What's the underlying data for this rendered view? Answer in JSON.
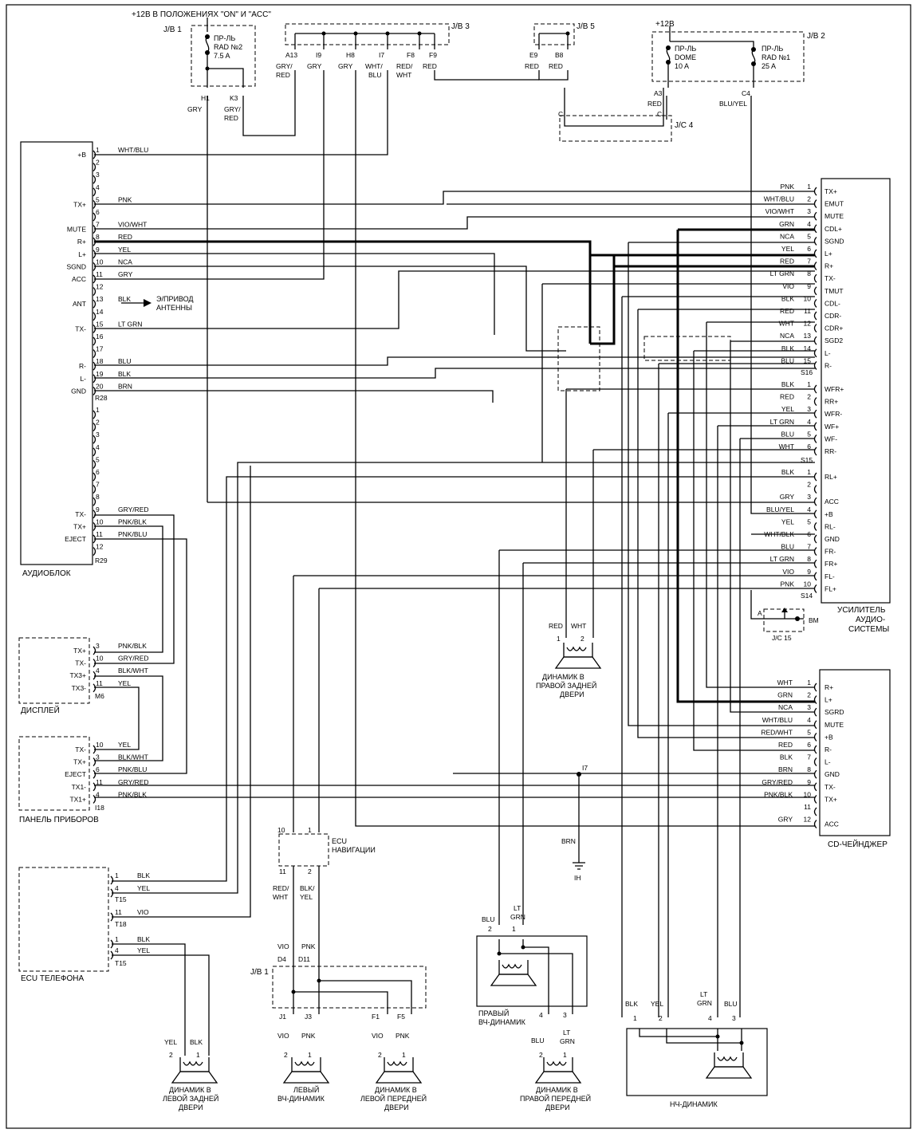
{
  "supply": {
    "ign_label": "+12В В ПОЛОЖЕНИЯХ \"ON\" И \"ACC\"",
    "batt_label": "+12В"
  },
  "junctions": {
    "jb1": "J/B 1",
    "jb3": "J/B 3",
    "jb5": "J/B 5",
    "jb2": "J/B 2",
    "jc4": "J/C 4",
    "jc15": "J/C 15",
    "jb1_low": "J/B 1"
  },
  "fuses": {
    "rad2": [
      "ПР-ЛЬ",
      "RAD №2",
      "7.5 A"
    ],
    "dome": [
      "ПР-ЛЬ",
      "DOME",
      "10 A"
    ],
    "rad1": [
      "ПР-ЛЬ",
      "RAD №1",
      "25 A"
    ]
  },
  "top_pins": {
    "h1": "H1",
    "k3": "K3",
    "gry": "GRY",
    "gryred": [
      "GRY/",
      "RED"
    ],
    "a13": "A13",
    "i9": "I9",
    "h8": "H8",
    "i7": "I7",
    "f8": "F8",
    "f9": "F9",
    "a13_c": [
      "GRY/",
      "RED"
    ],
    "i9_c": "GRY",
    "h8_c": "GRY",
    "i7_c": [
      "WHT/",
      "BLU"
    ],
    "f8_c": [
      "RED/",
      "WHT"
    ],
    "f9_c": "RED",
    "e9": "E9",
    "b8": "B8",
    "e9_c": "RED",
    "b8_c": "RED",
    "a3": "A3",
    "c4": "C4",
    "a3_c": "RED",
    "c4_c": "BLU/YEL",
    "c": "C"
  },
  "audio_unit": {
    "name": "АУДИОБЛОК",
    "r28": "R28",
    "r29": "R29",
    "r28_rows": [
      {
        "n": "1",
        "l": "+B",
        "c": "WHT/BLU"
      },
      {
        "n": "2",
        "l": "",
        "c": ""
      },
      {
        "n": "3",
        "l": "",
        "c": ""
      },
      {
        "n": "4",
        "l": "",
        "c": ""
      },
      {
        "n": "5",
        "l": "TX+",
        "c": "PNK"
      },
      {
        "n": "6",
        "l": "",
        "c": ""
      },
      {
        "n": "7",
        "l": "MUTE",
        "c": "VIO/WHT"
      },
      {
        "n": "8",
        "l": "R+",
        "c": "RED"
      },
      {
        "n": "9",
        "l": "L+",
        "c": "YEL"
      },
      {
        "n": "10",
        "l": "SGND",
        "c": "NCA"
      },
      {
        "n": "11",
        "l": "ACC",
        "c": "GRY"
      },
      {
        "n": "12",
        "l": "",
        "c": ""
      },
      {
        "n": "13",
        "l": "ANT",
        "c": "BLK"
      },
      {
        "n": "14",
        "l": "",
        "c": ""
      },
      {
        "n": "15",
        "l": "TX-",
        "c": "LT GRN"
      },
      {
        "n": "16",
        "l": "",
        "c": ""
      },
      {
        "n": "17",
        "l": "",
        "c": ""
      },
      {
        "n": "18",
        "l": "R-",
        "c": "BLU"
      },
      {
        "n": "19",
        "l": "L-",
        "c": "BLK"
      },
      {
        "n": "20",
        "l": "GND",
        "c": "BRN"
      }
    ],
    "r29_rows": [
      {
        "n": "1",
        "l": "",
        "c": ""
      },
      {
        "n": "2",
        "l": "",
        "c": ""
      },
      {
        "n": "3",
        "l": "",
        "c": ""
      },
      {
        "n": "4",
        "l": "",
        "c": ""
      },
      {
        "n": "5",
        "l": "",
        "c": ""
      },
      {
        "n": "6",
        "l": "",
        "c": ""
      },
      {
        "n": "7",
        "l": "",
        "c": ""
      },
      {
        "n": "8",
        "l": "",
        "c": ""
      },
      {
        "n": "9",
        "l": "TX-",
        "c": "GRY/RED"
      },
      {
        "n": "10",
        "l": "TX+",
        "c": "PNK/BLK"
      },
      {
        "n": "11",
        "l": "EJECT",
        "c": "PNK/BLU"
      },
      {
        "n": "12",
        "l": "",
        "c": ""
      }
    ],
    "antenna": [
      "Э/ПРИВОД",
      "АНТЕННЫ"
    ]
  },
  "display": {
    "name": "ДИСПЛЕЙ",
    "conn": "M6",
    "rows": [
      {
        "n": "3",
        "l": "TX+",
        "c": "PNK/BLK"
      },
      {
        "n": "10",
        "l": "TX-",
        "c": "GRY/RED"
      },
      {
        "n": "4",
        "l": "TX3+",
        "c": "BLK/WHT"
      },
      {
        "n": "11",
        "l": "TX3-",
        "c": "YEL"
      }
    ]
  },
  "panel": {
    "name": "ПАНЕЛЬ ПРИБОРОВ",
    "conn": "I18",
    "rows": [
      {
        "n": "10",
        "l": "TX-",
        "c": "YEL"
      },
      {
        "n": "3",
        "l": "TX+",
        "c": "BLK/WHT"
      },
      {
        "n": "6",
        "l": "EJECT",
        "c": "PNK/BLU"
      },
      {
        "n": "11",
        "l": "TX1-",
        "c": "GRY/RED"
      },
      {
        "n": "4",
        "l": "TX1+",
        "c": "PNK/BLK"
      }
    ]
  },
  "phone_ecu": {
    "name": "ECU ТЕЛЕФОНА",
    "t15a": "T15",
    "t18": "T18",
    "t15b": "T15",
    "rows": [
      {
        "n": "1",
        "c": "BLK"
      },
      {
        "n": "4",
        "c": "YEL"
      },
      {
        "n": "11",
        "c": "VIO"
      },
      {
        "n": "1",
        "c": "BLK"
      },
      {
        "n": "4",
        "c": "YEL"
      }
    ]
  },
  "amplifier": {
    "name": [
      "УСИЛИТЕЛЬ",
      "АУДИО-",
      "СИСТЕМЫ"
    ],
    "s16": "S16",
    "s15": "S15",
    "s14": "S14",
    "s16_rows": [
      {
        "n": "1",
        "c": "PNK",
        "l": "TX+"
      },
      {
        "n": "2",
        "c": "WHT/BLU",
        "l": "EMUT"
      },
      {
        "n": "3",
        "c": "VIO/WHT",
        "l": "MUTE"
      },
      {
        "n": "4",
        "c": "GRN",
        "l": "CDL+"
      },
      {
        "n": "5",
        "c": "NCA",
        "l": "SGND"
      },
      {
        "n": "6",
        "c": "YEL",
        "l": "L+"
      },
      {
        "n": "7",
        "c": "RED",
        "l": "R+"
      },
      {
        "n": "8",
        "c": "LT GRN",
        "l": "TX-"
      },
      {
        "n": "9",
        "c": "VIO",
        "l": "TMUT"
      },
      {
        "n": "10",
        "c": "BLK",
        "l": "CDL-"
      },
      {
        "n": "11",
        "c": "RED",
        "l": "CDR-"
      },
      {
        "n": "12",
        "c": "WHT",
        "l": "CDR+"
      },
      {
        "n": "13",
        "c": "NCA",
        "l": "SGD2"
      },
      {
        "n": "14",
        "c": "BLK",
        "l": "L-"
      },
      {
        "n": "15",
        "c": "BLU",
        "l": "R-"
      }
    ],
    "s15_rows": [
      {
        "n": "1",
        "c": "BLK",
        "l": "WFR+"
      },
      {
        "n": "2",
        "c": "RED",
        "l": "RR+"
      },
      {
        "n": "3",
        "c": "YEL",
        "l": "WFR-"
      },
      {
        "n": "4",
        "c": "LT GRN",
        "l": "WF+"
      },
      {
        "n": "5",
        "c": "BLU",
        "l": "WF-"
      },
      {
        "n": "6",
        "c": "WHT",
        "l": "RR-"
      }
    ],
    "s14_rows": [
      {
        "n": "1",
        "c": "BLK",
        "l": "RL+"
      },
      {
        "n": "2",
        "c": "",
        "l": ""
      },
      {
        "n": "3",
        "c": "GRY",
        "l": "ACC"
      },
      {
        "n": "4",
        "c": "BLU/YEL",
        "l": "+B"
      },
      {
        "n": "5",
        "c": "YEL",
        "l": "RL-"
      },
      {
        "n": "6",
        "c": "WHT/BLK",
        "l": "GND"
      },
      {
        "n": "7",
        "c": "BLU",
        "l": "FR-"
      },
      {
        "n": "8",
        "c": "LT GRN",
        "l": "FR+"
      },
      {
        "n": "9",
        "c": "VIO",
        "l": "FL-"
      },
      {
        "n": "10",
        "c": "PNK",
        "l": "FL+"
      }
    ],
    "jc15_a": "A",
    "bm": "BM"
  },
  "cd_changer": {
    "name": "CD-ЧЕЙНДЖЕР",
    "rows": [
      {
        "n": "1",
        "c": "WHT",
        "l": "R+"
      },
      {
        "n": "2",
        "c": "GRN",
        "l": "L+"
      },
      {
        "n": "3",
        "c": "NCA",
        "l": "SGRD"
      },
      {
        "n": "4",
        "c": "WHT/BLU",
        "l": "MUTE"
      },
      {
        "n": "5",
        "c": "RED/WHT",
        "l": "+B"
      },
      {
        "n": "6",
        "c": "RED",
        "l": "R-"
      },
      {
        "n": "7",
        "c": "BLK",
        "l": "L-"
      },
      {
        "n": "8",
        "c": "BRN",
        "l": "GND"
      },
      {
        "n": "9",
        "c": "GRY/RED",
        "l": "TX-"
      },
      {
        "n": "10",
        "c": "PNK/BLK",
        "l": "TX+"
      },
      {
        "n": "11",
        "c": "",
        "l": ""
      },
      {
        "n": "12",
        "c": "GRY",
        "l": "ACC"
      }
    ],
    "i7": "I7",
    "brn": "BRN",
    "ih": "IH"
  },
  "nav_ecu": {
    "name": [
      "ECU",
      "НАВИГАЦИИ"
    ],
    "p10": "10",
    "p1": "1",
    "p11": "11",
    "p2": "2",
    "c1": [
      "RED/",
      "WHT"
    ],
    "c2": [
      "BLK/",
      "YEL"
    ],
    "vio": "VIO",
    "pnk": "PNK",
    "d4": "D4",
    "d11": "D11",
    "j1": "J1",
    "j3": "J3",
    "f1": "F1",
    "f5": "F5"
  },
  "speakers": {
    "rear_right": {
      "name": [
        "ДИНАМИК В",
        "ПРАВОЙ ЗАДНЕЙ",
        "ДВЕРИ"
      ],
      "c1": "RED",
      "c2": "WHT",
      "p1": "1",
      "p2": "2"
    },
    "rear_left": {
      "name": [
        "ДИНАМИК В",
        "ЛЕВОЙ ЗАДНЕЙ",
        "ДВЕРИ"
      ],
      "c1": "YEL",
      "c2": "BLK",
      "p1": "2",
      "p2": "1"
    },
    "left_tw": {
      "name": [
        "ЛЕВЫЙ",
        "ВЧ-ДИНАМИК"
      ],
      "c1": "VIO",
      "c2": "PNK",
      "p1": "2",
      "p2": "1"
    },
    "front_left": {
      "name": [
        "ДИНАМИК В",
        "ЛЕВОЙ ПЕРЕДНЕЙ",
        "ДВЕРИ"
      ],
      "c1": "VIO",
      "c2": "PNK",
      "p1": "2",
      "p2": "1"
    },
    "right_tw": {
      "name": [
        "ПРАВЫЙ",
        "ВЧ-ДИНАМИК"
      ],
      "c1": "BLU",
      "c2": [
        "LT",
        "GRN"
      ],
      "p1": "2",
      "p2": "1"
    },
    "front_right": {
      "name": [
        "ДИНАМИК В",
        "ПРАВОЙ ПЕРЕДНЕЙ",
        "ДВЕРИ"
      ],
      "c1": "BLU",
      "c2": [
        "LT",
        "GRN"
      ],
      "p1": "2",
      "p2": "1",
      "p4": "4",
      "p3": "3"
    },
    "woofer": {
      "name": "НЧ-ДИНАМИК",
      "c1": "BLK",
      "c2": "YEL",
      "c3": [
        "LT",
        "GRN"
      ],
      "c4": "BLU",
      "p1": "1",
      "p2": "2",
      "p4": "4",
      "p3": "3"
    }
  }
}
